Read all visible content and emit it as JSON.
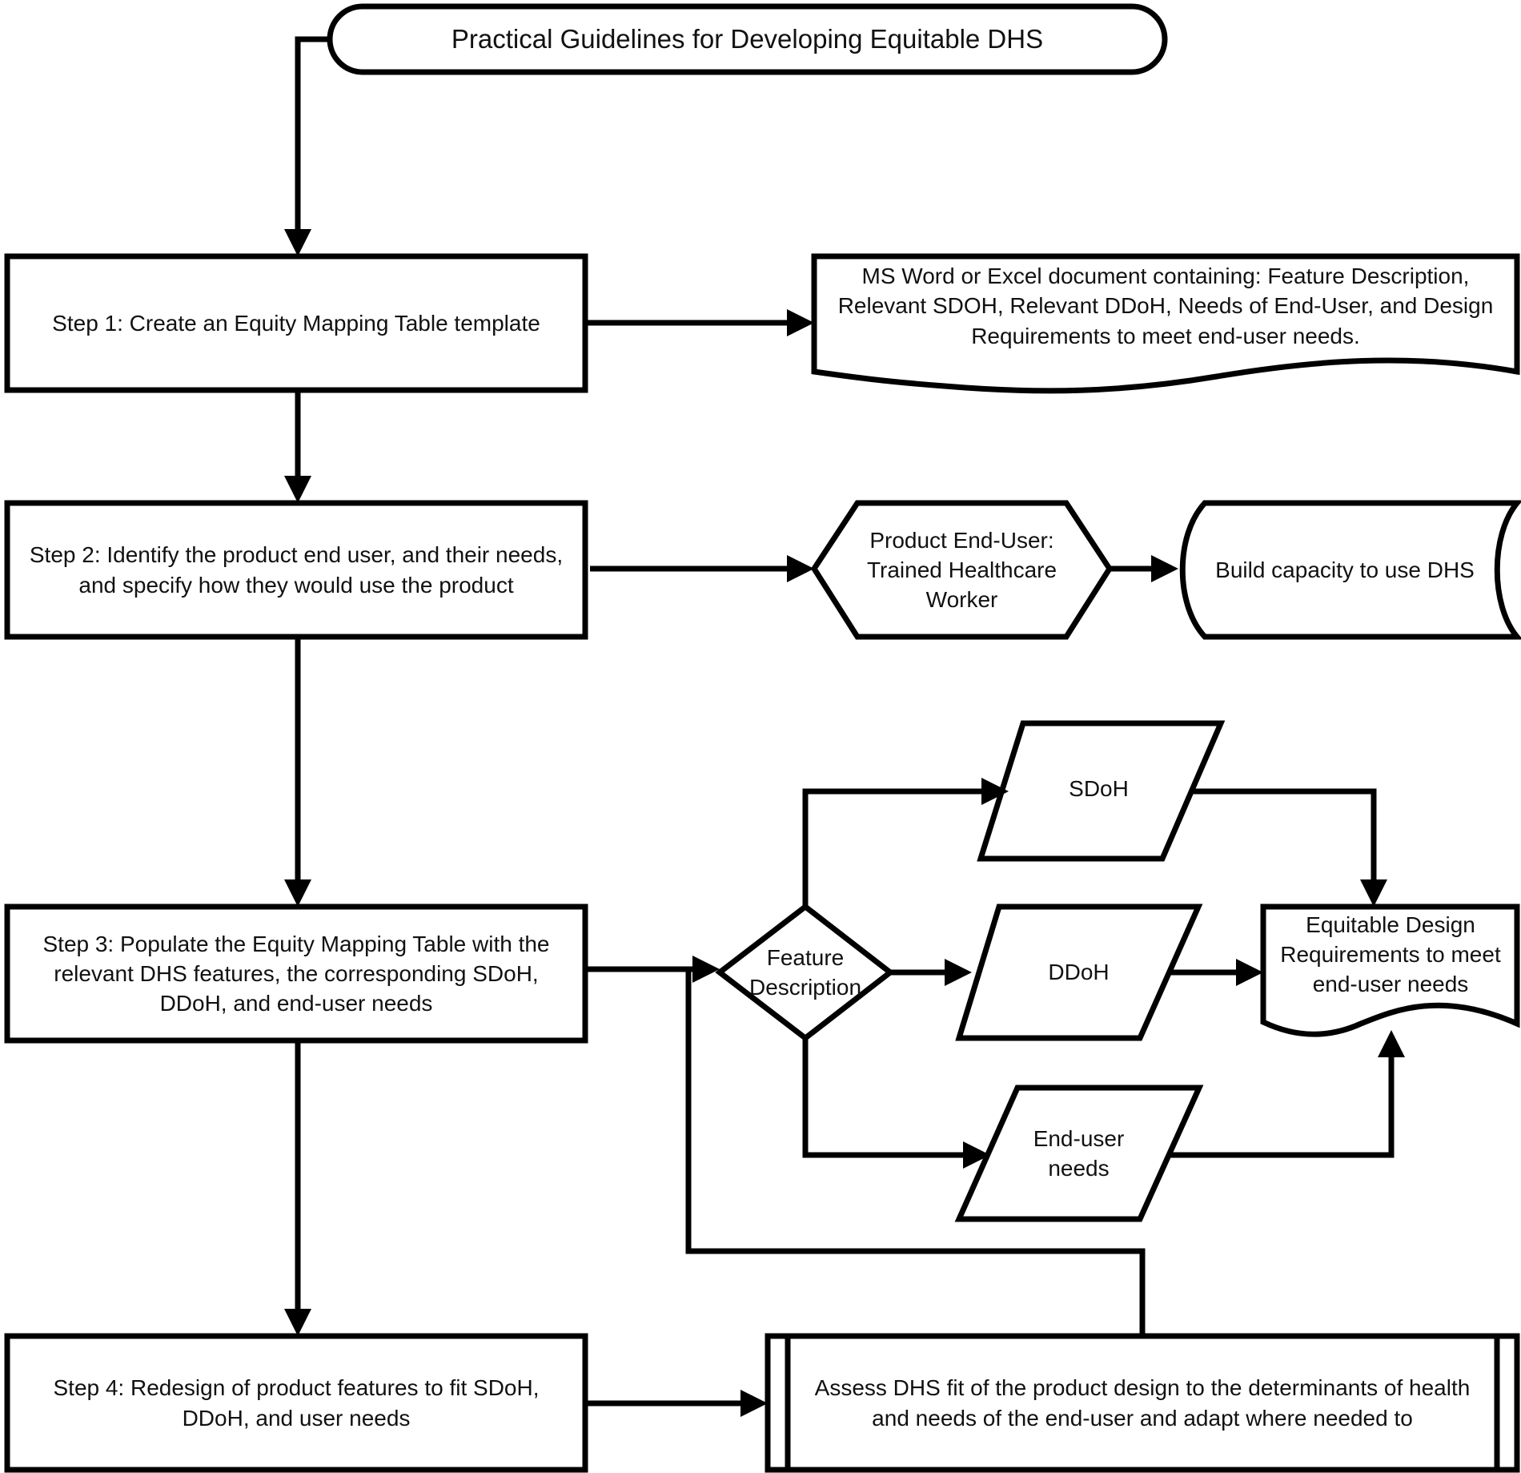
{
  "diagram": {
    "title": "Practical Guidelines for Developing Equitable DHS",
    "nodes": {
      "step1": "Step 1: Create an Equity Mapping Table template",
      "template_doc": "MS Word or Excel document containing: Feature Description,\nRelevant SDOH, Relevant DDoH, Needs of End-User, and Design\nRequirements to meet end-user needs.",
      "step2": "Step 2: Identify the product end user, and their needs,\nand specify how they would use the product",
      "end_user": "Product End-User:\nTrained Healthcare\nWorker",
      "build_capacity": "Build capacity to use DHS",
      "step3": "Step 3: Populate the Equity Mapping Table with the\nrelevant DHS features, the corresponding SDoH,\nDDoH, and end-user needs",
      "feature_description": "Feature\nDescription",
      "sdoh": "SDoH",
      "ddoh": "DDoH",
      "end_user_needs": "End-user\nneeds",
      "equitable_design": "Equitable Design\nRequirements to meet\nend-user needs",
      "step4": "Step 4: Redesign of product features to fit SDoH,\nDDoH, and user needs",
      "assess_fit": "Assess DHS fit of the product design to the determinants of health\nand needs of the end-user and adapt where needed to"
    }
  }
}
